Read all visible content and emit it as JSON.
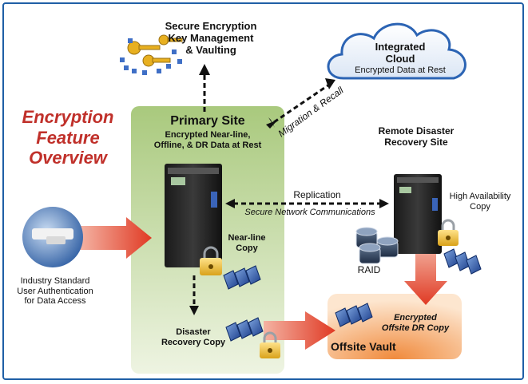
{
  "title": {
    "line1": "Encryption",
    "line2": "Feature",
    "line3": "Overview"
  },
  "key_management": {
    "line1": "Secure Encryption",
    "line2": "Key Management",
    "line3": "& Vaulting"
  },
  "cloud": {
    "line1": "Integrated",
    "line2": "Cloud",
    "line3": "Encrypted Data at Rest"
  },
  "migration_label": "Migration & Recall",
  "primary_site": {
    "title": "Primary Site",
    "line1": "Encrypted Near-line,",
    "line2": "Offline, & DR Data at Rest"
  },
  "remote_site": {
    "line1": "Remote Disaster",
    "line2": "Recovery Site"
  },
  "replication": {
    "label": "Replication",
    "sublabel": "Secure Network Communications"
  },
  "high_availability": {
    "line1": "High Availability",
    "line2": "Copy"
  },
  "nearline": {
    "line1": "Near-line",
    "line2": "Copy"
  },
  "raid_label": "RAID",
  "authentication": {
    "line1": "Industry Standard",
    "line2": "User Authentication",
    "line3": "for Data Access"
  },
  "disaster_copy": {
    "line1": "Disaster",
    "line2": "Recovery Copy"
  },
  "offsite": {
    "copy_line1": "Encrypted",
    "copy_line2": "Offsite DR Copy",
    "vault_label": "Offsite Vault"
  },
  "colors": {
    "accent_red": "#c0302a",
    "frame_blue": "#1f5fa6",
    "primary_green": "#a9c97d",
    "vault_orange": "#f4a05a",
    "arrow_red": "#e0402e"
  }
}
